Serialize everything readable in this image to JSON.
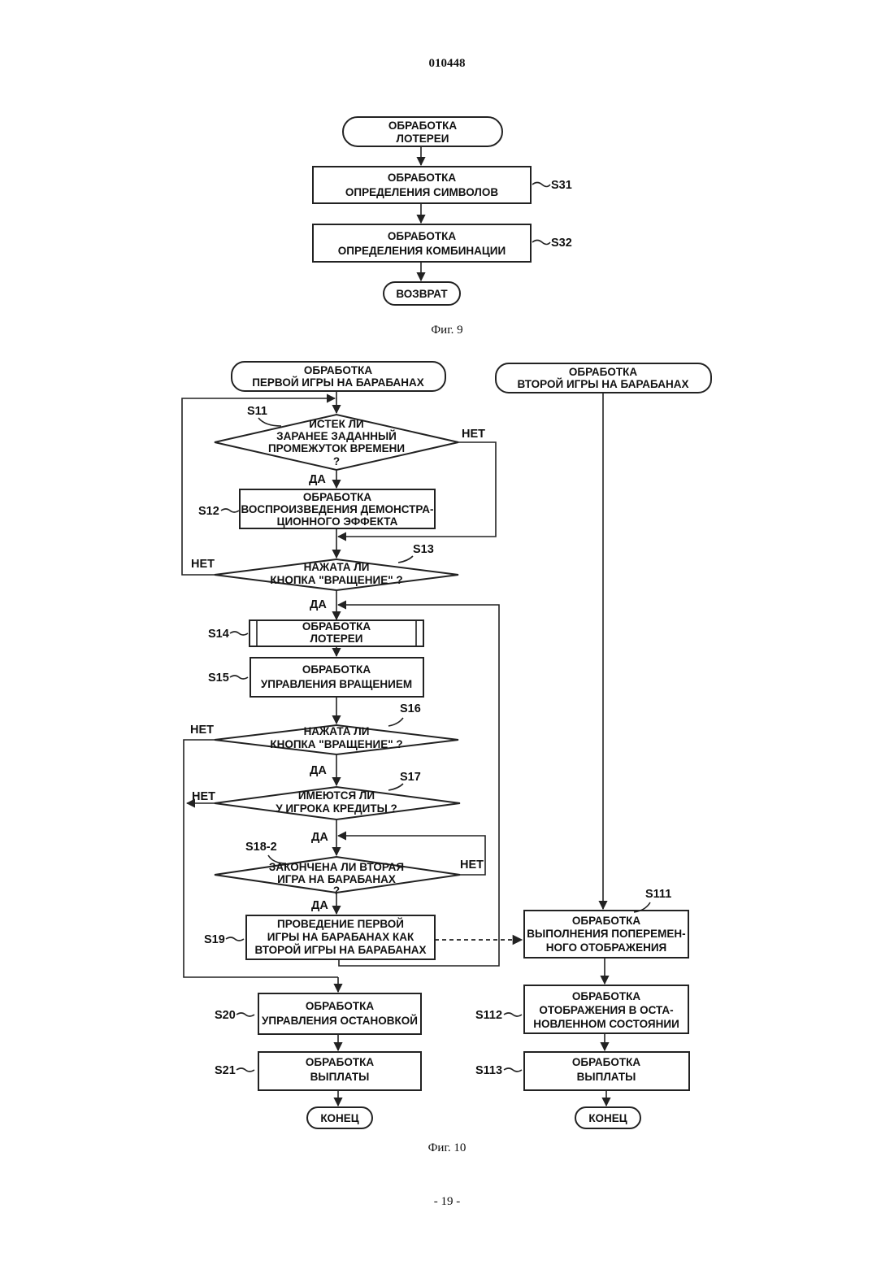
{
  "header": {
    "doc_number": "010448"
  },
  "fig9": {
    "caption": "Фиг. 9",
    "start": [
      "ОБРАБОТКА",
      "ЛОТЕРЕИ"
    ],
    "s31": {
      "step": "S31",
      "text": [
        "ОБРАБОТКА",
        "ОПРЕДЕЛЕНИЯ СИМВОЛОВ"
      ]
    },
    "s32": {
      "step": "S32",
      "text": [
        "ОБРАБОТКА",
        "ОПРЕДЕЛЕНИЯ КОМБИНАЦИИ"
      ]
    },
    "end": "ВОЗВРАТ"
  },
  "fig10": {
    "caption": "Фиг. 10",
    "start1": [
      "ОБРАБОТКА",
      "ПЕРВОЙ ИГРЫ НА БАРАБАНАХ"
    ],
    "start2": [
      "ОБРАБОТКА",
      "ВТОРОЙ ИГРЫ НА БАРАБАНАХ"
    ],
    "s11": {
      "step": "S11",
      "text": [
        "ИСТЕК ЛИ",
        "ЗАРАНЕЕ ЗАДАННЫЙ",
        "ПРОМЕЖУТОК ВРЕМЕНИ",
        "?"
      ]
    },
    "s12": {
      "step": "S12",
      "text": [
        "ОБРАБОТКА",
        "ВОСПРОИЗВЕДЕНИЯ ДЕМОНСТРА-",
        "ЦИОННОГО ЭФФЕКТА"
      ]
    },
    "s13": {
      "step": "S13",
      "text": [
        "НАЖАТА ЛИ",
        "КНОПКА \"ВРАЩЕНИЕ\" ?"
      ]
    },
    "s14": {
      "step": "S14",
      "text": [
        "ОБРАБОТКА",
        "ЛОТЕРЕИ"
      ]
    },
    "s15": {
      "step": "S15",
      "text": [
        "ОБРАБОТКА",
        "УПРАВЛЕНИЯ ВРАЩЕНИЕМ"
      ]
    },
    "s16": {
      "step": "S16",
      "text": [
        "НАЖАТА ЛИ",
        "КНОПКА \"ВРАЩЕНИЕ\" ?"
      ]
    },
    "s17": {
      "step": "S17",
      "text": [
        "ИМЕЮТСЯ ЛИ",
        "У ИГРОКА КРЕДИТЫ ?"
      ]
    },
    "s18_2": {
      "step": "S18-2",
      "text": [
        "ЗАКОНЧЕНА ЛИ ВТОРАЯ",
        "ИГРА НА БАРАБАНАХ",
        "?"
      ]
    },
    "s19": {
      "step": "S19",
      "text": [
        "ПРОВЕДЕНИЕ ПЕРВОЙ",
        "ИГРЫ НА БАРАБАНАХ КАК",
        "ВТОРОЙ ИГРЫ НА БАРАБАНАХ"
      ]
    },
    "s20": {
      "step": "S20",
      "text": [
        "ОБРАБОТКА",
        "УПРАВЛЕНИЯ ОСТАНОВКОЙ"
      ]
    },
    "s21": {
      "step": "S21",
      "text": [
        "ОБРАБОТКА",
        "ВЫПЛАТЫ"
      ]
    },
    "s111": {
      "step": "S111",
      "text": [
        "ОБРАБОТКА",
        "ВЫПОЛНЕНИЯ ПОПЕРЕМЕН-",
        "НОГО ОТОБРАЖЕНИЯ"
      ]
    },
    "s112": {
      "step": "S112",
      "text": [
        "ОБРАБОТКА",
        "ОТОБРАЖЕНИЯ В ОСТА-",
        "НОВЛЕННОМ СОСТОЯНИИ"
      ]
    },
    "s113": {
      "step": "S113",
      "text": [
        "ОБРАБОТКА",
        "ВЫПЛАТЫ"
      ]
    },
    "end1": "КОНЕЦ",
    "end2": "КОНЕЦ",
    "yes": "ДА",
    "no": "НЕТ"
  },
  "footer": {
    "page_number": "- 19 -"
  }
}
